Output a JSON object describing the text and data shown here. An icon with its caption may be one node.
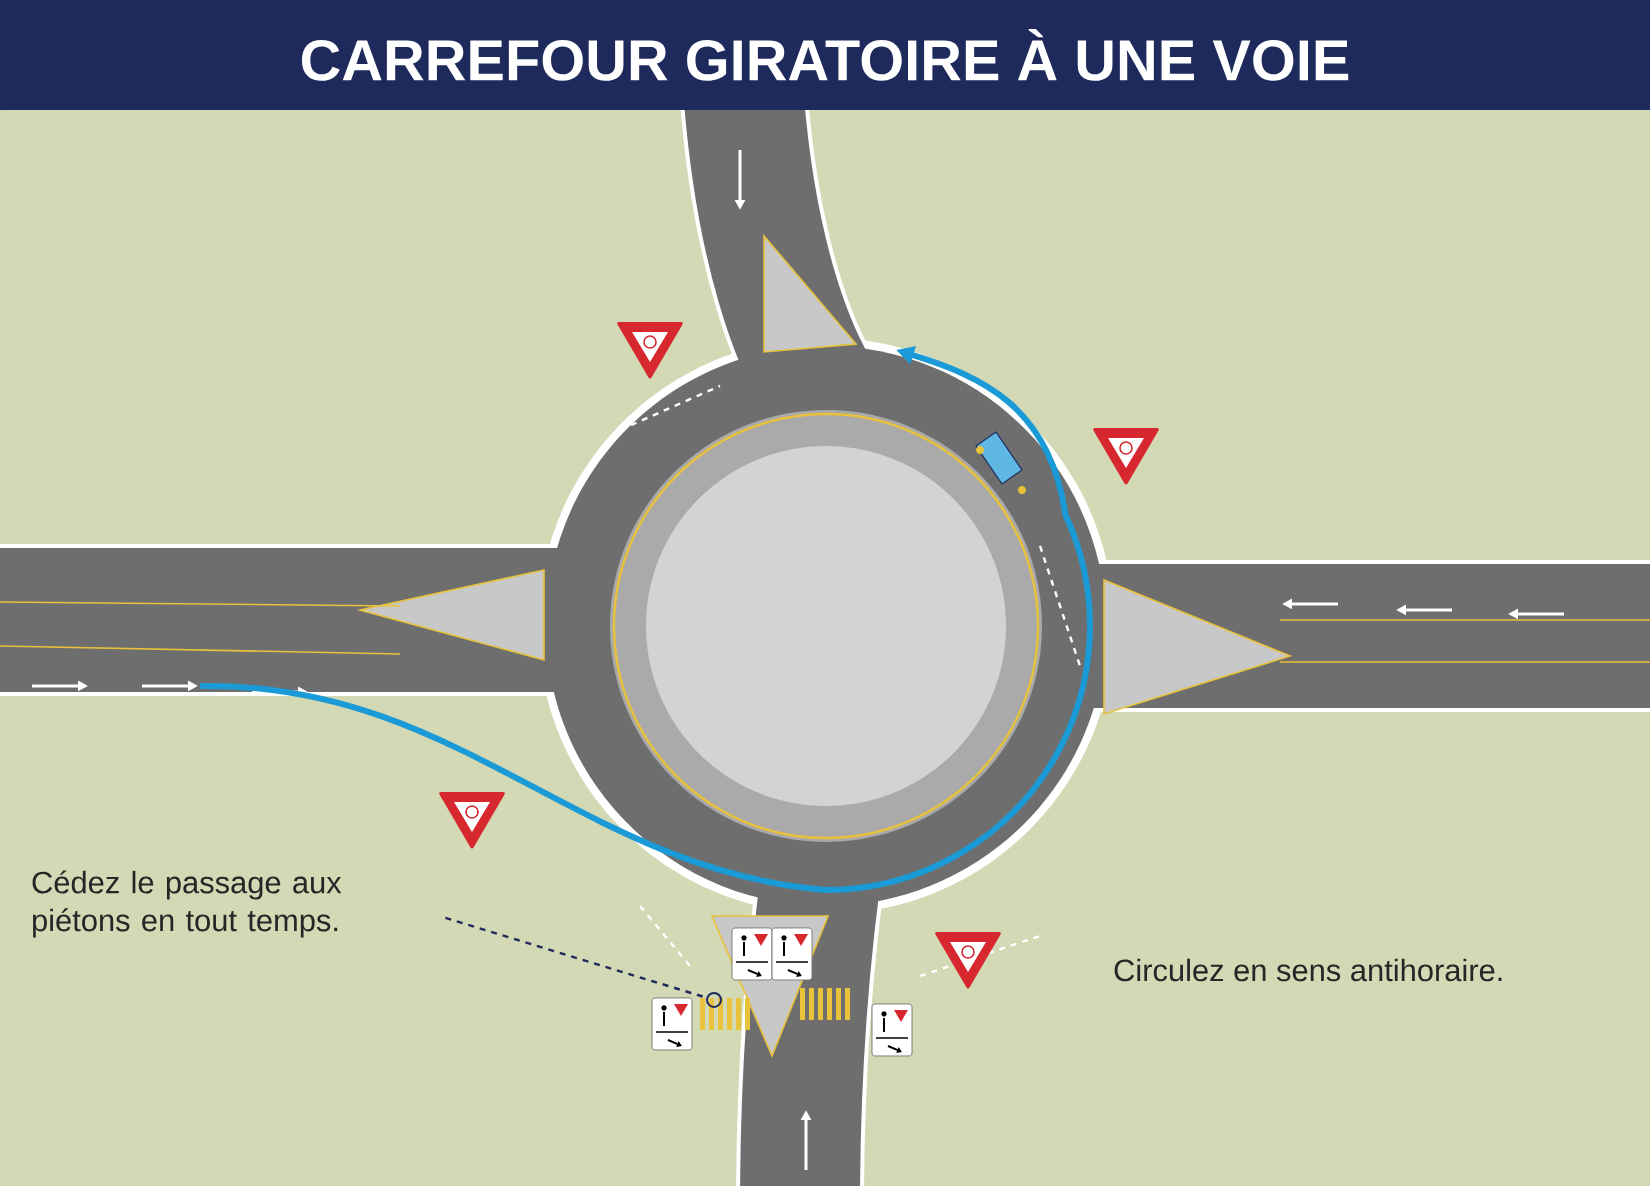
{
  "diagram": {
    "title": "CARREFOUR GIRATOIRE À UNE VOIE",
    "nodes": [
      {
        "text": [
          "Cédez le passage aux piétons en tout temps."
        ]
      },
      {
        "text": [],
        "shape": "circle"
      }
    ],
    "edges": [
      {
        "from": 0,
        "to": 1,
        "arrow": "none",
        "style": "dashed"
      }
    ],
    "labels": [
      "Circulez en sens antihoraire."
    ]
  }
}
